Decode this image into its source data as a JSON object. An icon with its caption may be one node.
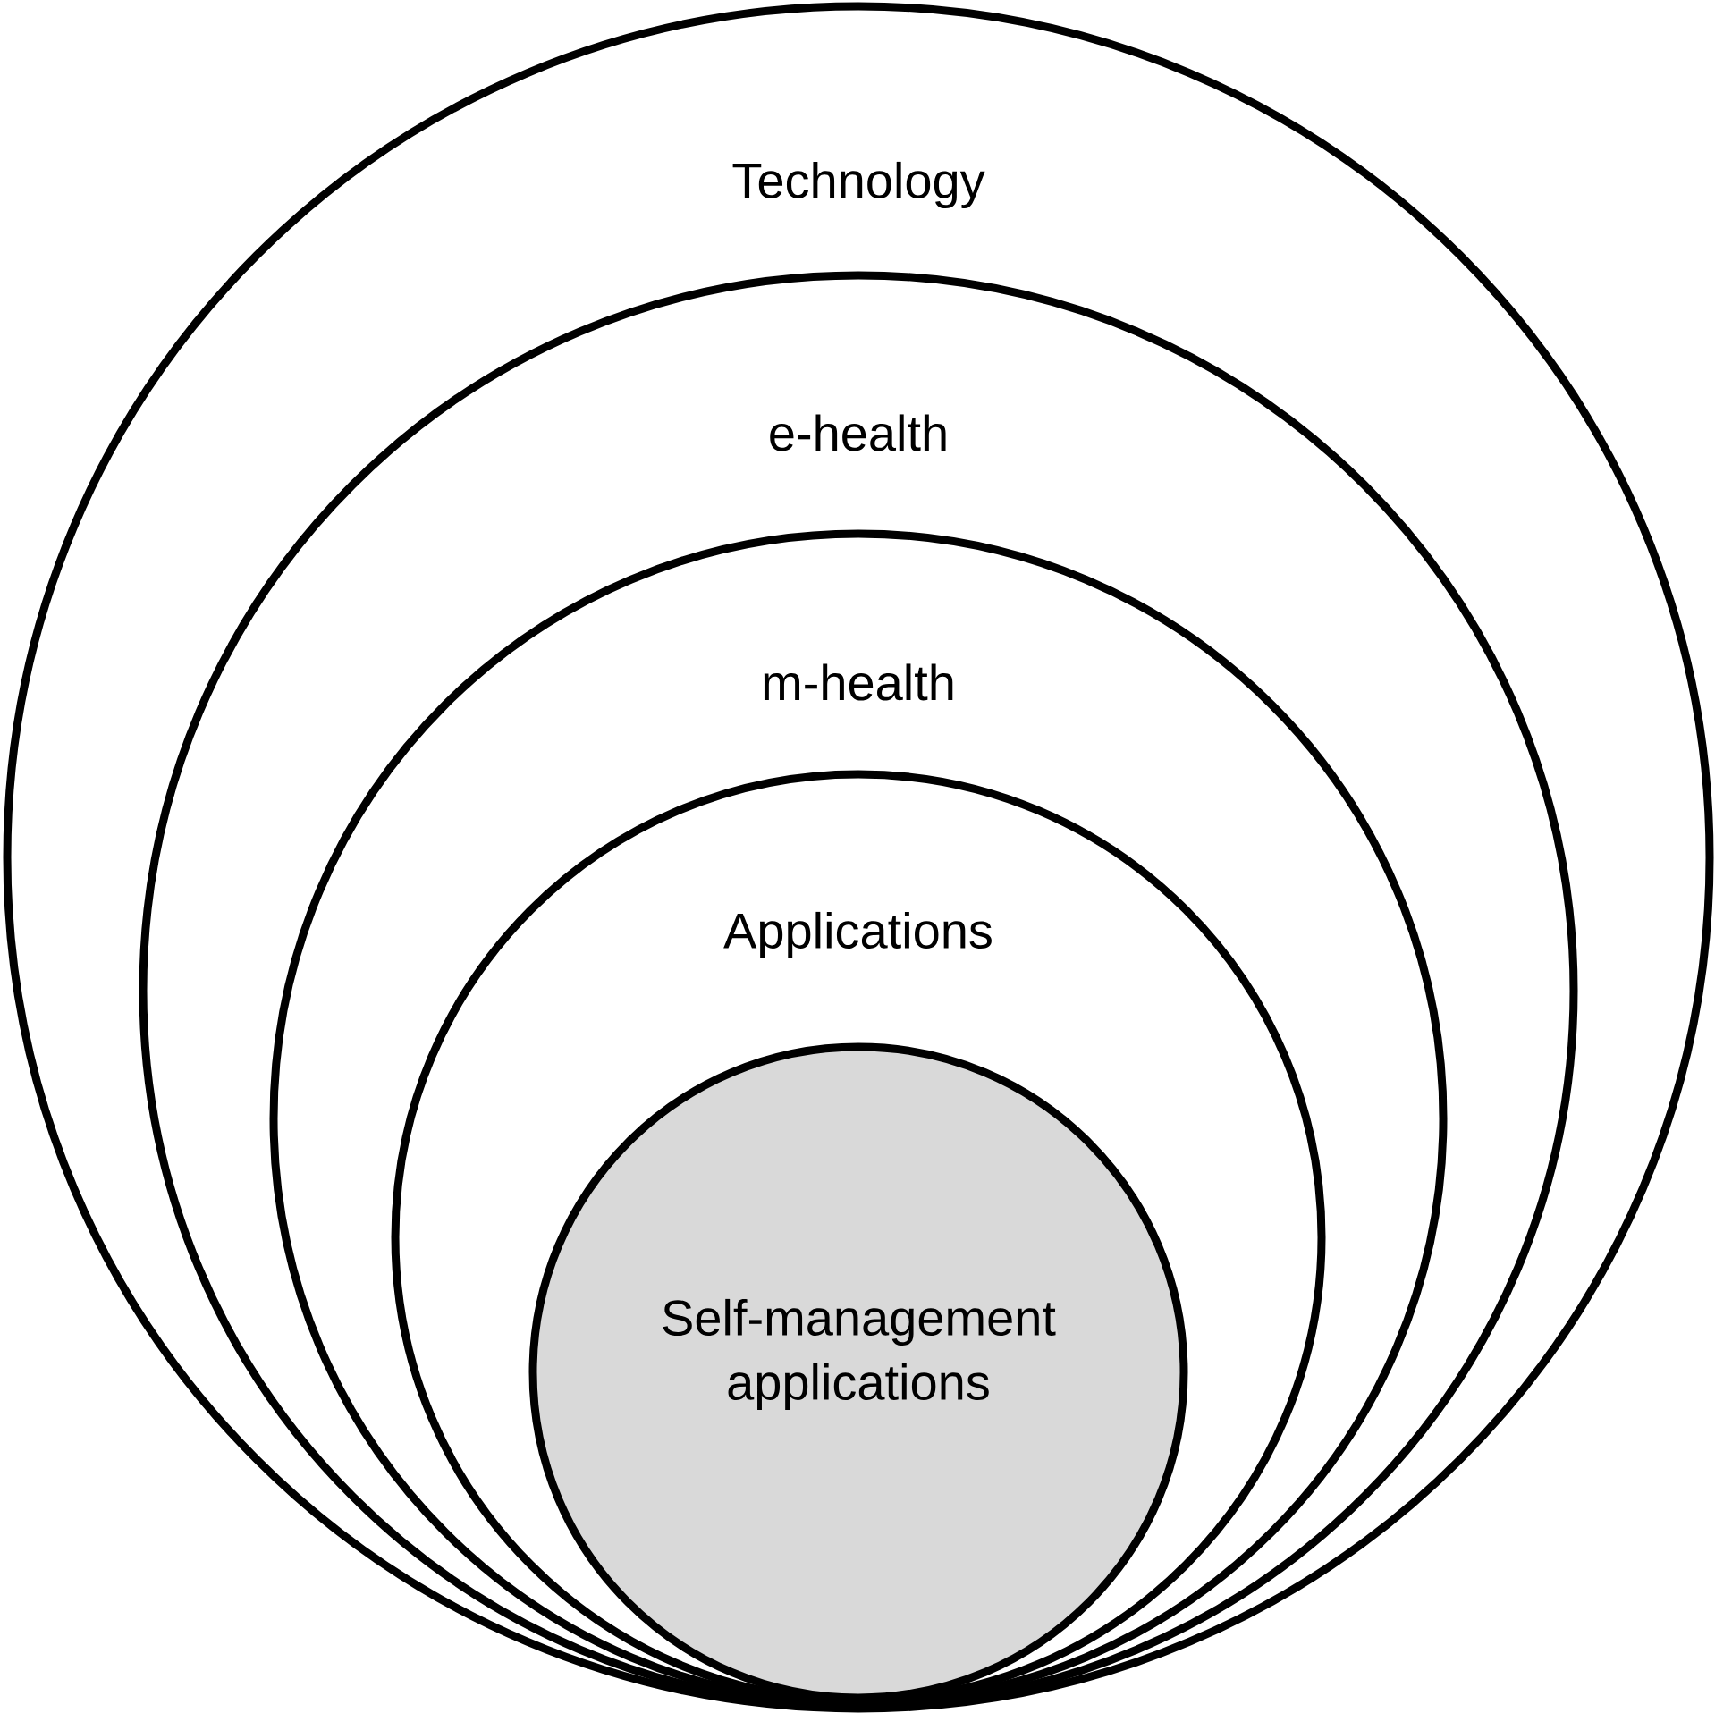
{
  "diagram": {
    "nodes": [
      {
        "text": [
          "Technology"
        ]
      },
      {
        "text": [
          "e-health"
        ],
        "in": 0
      },
      {
        "text": [
          "m-health"
        ],
        "in": 1
      },
      {
        "text": [
          "Applications"
        ],
        "in": 2
      },
      {
        "text": [
          "Self-management applications"
        ],
        "in": 3
      }
    ]
  }
}
